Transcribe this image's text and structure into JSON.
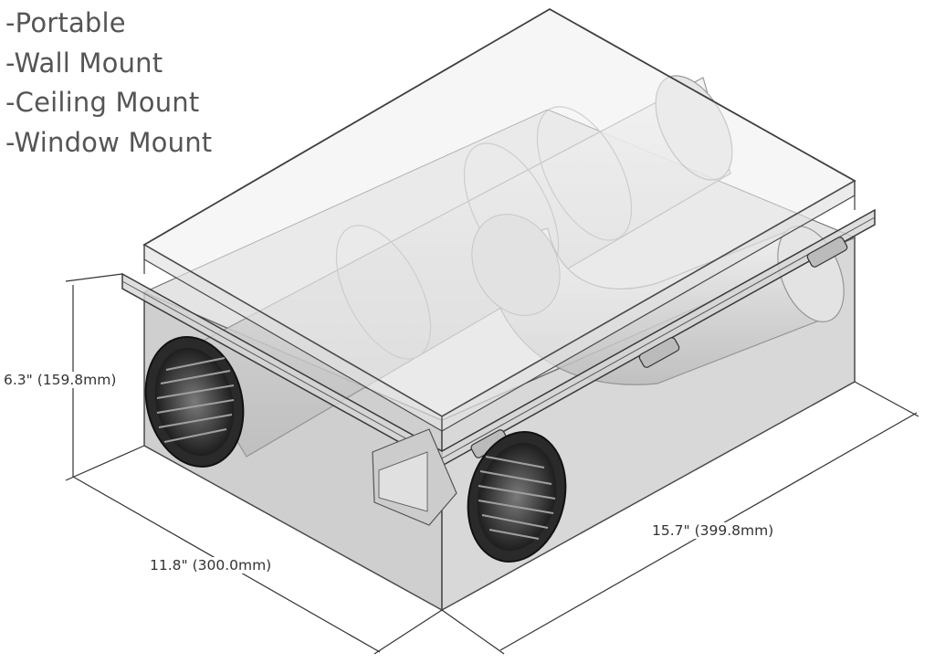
{
  "mount_options": [
    "-Portable",
    "-Wall Mount",
    "-Ceiling Mount",
    "-Window Mount"
  ],
  "dimensions": {
    "height": "6.3\" (159.8mm)",
    "depth": "11.8\" (300.0mm)",
    "width": "15.7\" (399.8mm)"
  },
  "colors": {
    "outline": "#3a3a3a",
    "box_fill": "#d9d9d9",
    "text": "#555555"
  }
}
